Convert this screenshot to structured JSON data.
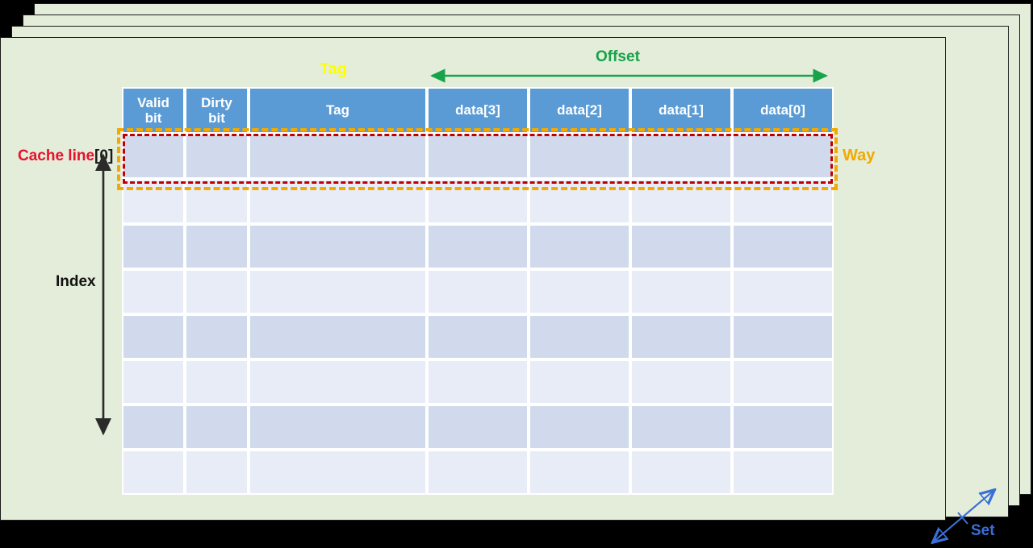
{
  "diagram": {
    "title": "cache-organization-diagram",
    "background_color": "#E3EDD9",
    "layer_count": 4
  },
  "table": {
    "headers": [
      {
        "label": "Valid\nbit",
        "line1": "Valid",
        "line2": "bit"
      },
      {
        "label": "Dirty\nbit",
        "line1": "Dirty",
        "line2": "bit"
      },
      {
        "label": "Tag",
        "line1": "Tag",
        "line2": ""
      },
      {
        "label": "data[3]",
        "line1": "data[3]",
        "line2": ""
      },
      {
        "label": "data[2]",
        "line1": "data[2]",
        "line2": ""
      },
      {
        "label": "data[1]",
        "line1": "data[1]",
        "line2": ""
      },
      {
        "label": "data[0]",
        "line1": "data[0]",
        "line2": ""
      }
    ],
    "header_fill": "#5B9BD5",
    "header_text_color": "#FFFFFF",
    "row_count": 8,
    "row_fill_odd": "#D0DAEC",
    "row_fill_even": "#E8ECF7",
    "cells_empty": true
  },
  "annotations": {
    "tag": {
      "text": "Tag",
      "color": "#FFFF00"
    },
    "offset": {
      "text": "Offset",
      "color": "#16A34A",
      "arrow": "double-headed-horizontal"
    },
    "way": {
      "text": "Way",
      "color": "#F2A900",
      "box": "dashed-rectangle-row-0"
    },
    "cache_line": {
      "text": "Cache line",
      "index_text": "[0]",
      "color": "#E8112D",
      "index_color": "#1A1A1A",
      "box": "dashed-rectangle-row-0-inner"
    },
    "index": {
      "text": "Index",
      "color": "#111111",
      "arrow": "double-headed-vertical"
    },
    "set": {
      "text": "Set",
      "color": "#3A6FD8",
      "arrow": "double-headed-diagonal"
    }
  },
  "icons": {
    "offset_arrow": "double-arrow-horizontal-icon",
    "index_arrow": "double-arrow-vertical-icon",
    "set_arrow": "double-arrow-diagonal-icon"
  }
}
